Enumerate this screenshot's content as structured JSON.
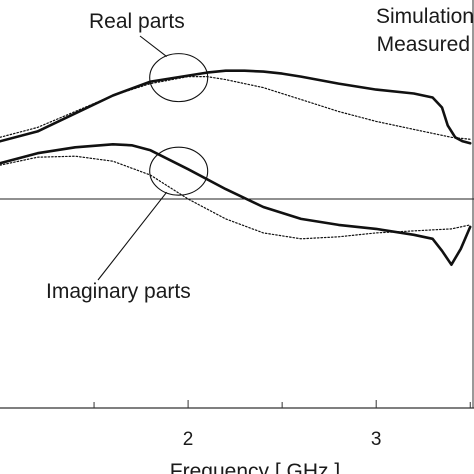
{
  "chart_data": {
    "type": "line",
    "xlabel": "Frequency [ GHz ]",
    "ylabel": "",
    "xlim": [
      1.0,
      3.52
    ],
    "ylim": [
      -1.05,
      1.0
    ],
    "x_ticks": [
      2,
      3
    ],
    "x_tick_labels": [
      "2",
      "3"
    ],
    "zero_line": 0,
    "legend": {
      "placement": "top-right",
      "entries": [
        "Simulation",
        "Measured"
      ]
    },
    "annotations": [
      {
        "text": "Real parts",
        "circle_at": [
          1.95,
          0.61
        ]
      },
      {
        "text": "Imaginary parts",
        "circle_at": [
          1.95,
          0.14
        ]
      }
    ],
    "series": [
      {
        "name": "Simulation",
        "style": "solid",
        "group": "Real parts",
        "x": [
          1.0,
          1.2,
          1.4,
          1.6,
          1.8,
          2.0,
          2.1,
          2.2,
          2.3,
          2.4,
          2.5,
          2.6,
          2.8,
          3.0,
          3.2,
          3.3,
          3.35,
          3.38,
          3.42,
          3.46,
          3.5
        ],
        "y": [
          0.29,
          0.34,
          0.43,
          0.52,
          0.59,
          0.62,
          0.635,
          0.645,
          0.645,
          0.64,
          0.63,
          0.615,
          0.58,
          0.55,
          0.53,
          0.51,
          0.46,
          0.37,
          0.31,
          0.29,
          0.28
        ]
      },
      {
        "name": "Measured",
        "style": "dotted",
        "group": "Real parts",
        "x": [
          1.0,
          1.2,
          1.4,
          1.6,
          1.8,
          2.0,
          2.1,
          2.2,
          2.4,
          2.6,
          2.8,
          3.0,
          3.2,
          3.4,
          3.5
        ],
        "y": [
          0.31,
          0.36,
          0.44,
          0.52,
          0.58,
          0.615,
          0.615,
          0.6,
          0.56,
          0.5,
          0.44,
          0.39,
          0.35,
          0.31,
          0.3
        ]
      },
      {
        "name": "Simulation",
        "style": "solid",
        "group": "Imaginary parts",
        "x": [
          1.0,
          1.2,
          1.4,
          1.6,
          1.7,
          1.8,
          2.0,
          2.2,
          2.4,
          2.6,
          2.8,
          3.0,
          3.2,
          3.3,
          3.35,
          3.4,
          3.45,
          3.5
        ],
        "y": [
          0.18,
          0.23,
          0.26,
          0.275,
          0.27,
          0.245,
          0.15,
          0.05,
          -0.04,
          -0.1,
          -0.13,
          -0.15,
          -0.18,
          -0.2,
          -0.26,
          -0.33,
          -0.25,
          -0.14
        ]
      },
      {
        "name": "Measured",
        "style": "dotted",
        "group": "Imaginary parts",
        "x": [
          1.0,
          1.2,
          1.4,
          1.6,
          1.8,
          2.0,
          2.2,
          2.4,
          2.6,
          2.8,
          3.0,
          3.2,
          3.4,
          3.5
        ],
        "y": [
          0.17,
          0.21,
          0.215,
          0.19,
          0.12,
          0.0,
          -0.1,
          -0.17,
          -0.2,
          -0.19,
          -0.17,
          -0.16,
          -0.15,
          -0.13
        ]
      }
    ]
  }
}
